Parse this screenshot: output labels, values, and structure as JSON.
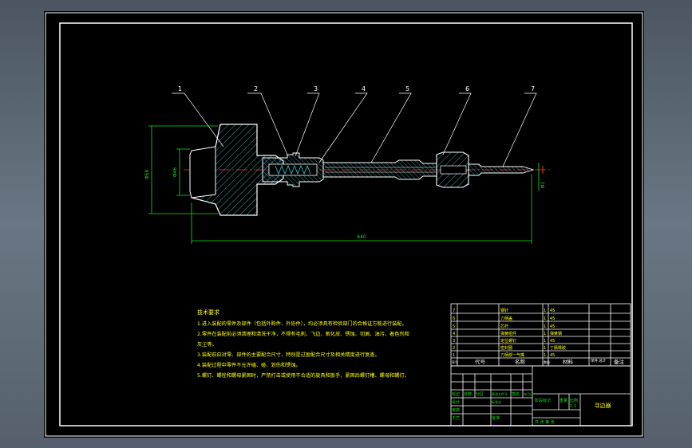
{
  "balloons": [
    "1",
    "2",
    "3",
    "4",
    "5",
    "6",
    "7"
  ],
  "dimensions": {
    "overall_length": "640",
    "head_height": "Φ58",
    "head_inner": "Φ46",
    "tip": "Φ1"
  },
  "tech_requirements": {
    "title": "技术要求",
    "lines": [
      "1.进入装配的零件及部件（包括外购件、外协件），均必须具有检验部门的合格证方能进行装配。",
      "2.零件在装配前必须清理和清洗干净，不得有毛刺、飞边、氧化皮、锈蚀、切屑、油污、着色剂和",
      "灰尘等。",
      "3.装配前应对零、部件的主要配合尺寸，特别是过盈配合尺寸及相关精度进行复查。",
      "4.装配过程中零件不允许磕、碰、划伤和锈蚀。",
      "5.螺钉、螺栓和螺母紧固时，严禁打击或使用不合适的旋具和扳手，紧固后螺钉槽、螺母和螺钉。"
    ]
  },
  "bom": {
    "rows": [
      {
        "no": "7",
        "name": "钢针",
        "qty": "1",
        "mat": "45"
      },
      {
        "no": "6",
        "name": "刀柄盖",
        "qty": "1",
        "mat": "45"
      },
      {
        "no": "5",
        "name": "芯杆",
        "qty": "1",
        "mat": "45"
      },
      {
        "no": "4",
        "name": "弹簧组件",
        "qty": "1",
        "mat": "弹簧钢"
      },
      {
        "no": "3",
        "name": "定位螺钉",
        "qty": "1",
        "mat": "45"
      },
      {
        "no": "2",
        "name": "密封圈",
        "qty": "1",
        "mat": "丁腈橡胶"
      },
      {
        "no": "1",
        "name": "刀柄部一气嘴",
        "qty": "1",
        "mat": "45"
      }
    ],
    "header": {
      "no": "序号",
      "code": "代号",
      "name": "名称",
      "qty": "数量",
      "mat": "材料",
      "weight": "单件 总计",
      "note": "备注"
    }
  },
  "title_block": {
    "drawing_name": "寻边器",
    "scale_label": "比例",
    "scale": "1:1",
    "stage_label": "阶段标记",
    "weight_label": "重量",
    "sheet_label": "共 张 第 张",
    "mark_labels": [
      "标记",
      "处数",
      "分区",
      "更改文件号",
      "签名",
      "年月日"
    ],
    "role_labels": [
      "设计",
      "审核",
      "工艺",
      "批准"
    ],
    "standardization": "标准化"
  }
}
